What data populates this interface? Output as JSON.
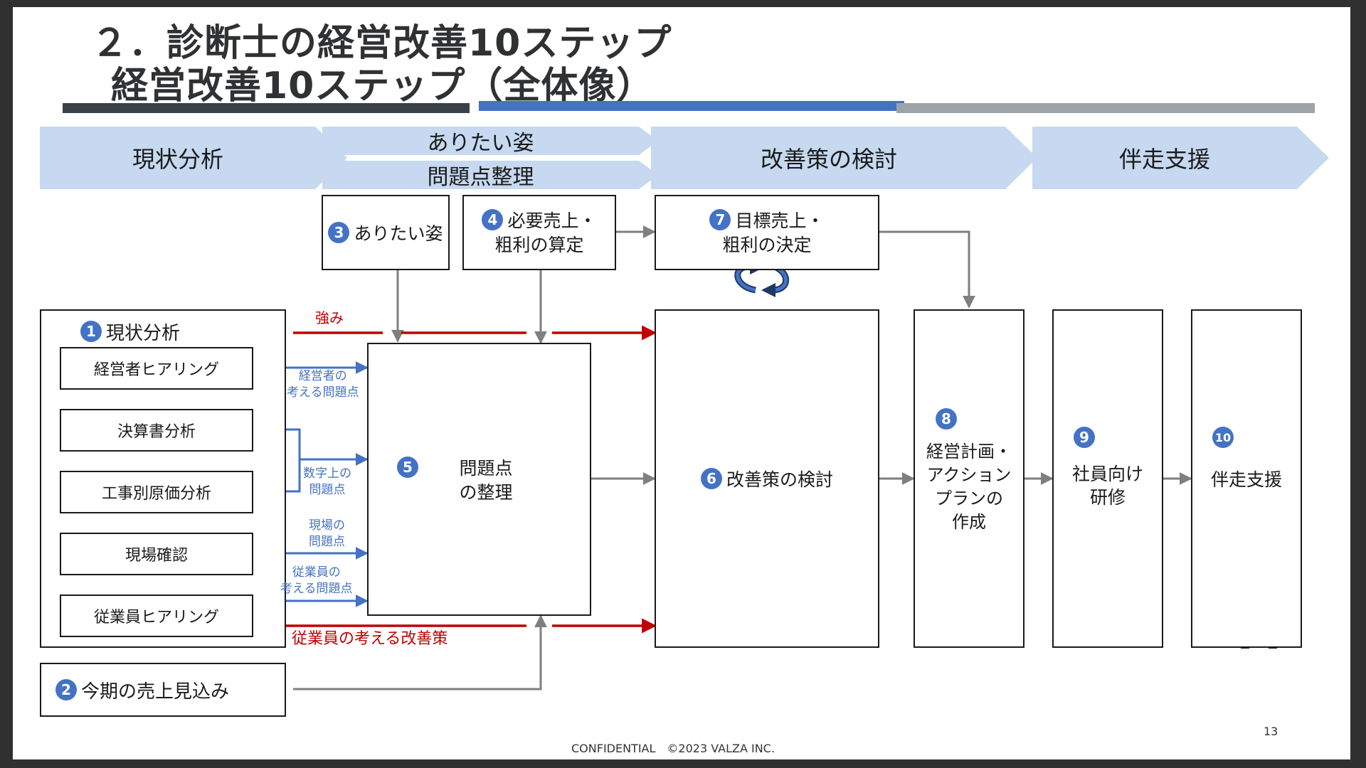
{
  "title": {
    "line1": "２．診断士の経営改善10ステップ",
    "line2": "経営改善10ステップ（全体像）"
  },
  "colors": {
    "dark": "#3b4148",
    "blue": "#4472c4",
    "gray": "#9ea3a8",
    "phase": "#c6d9f0",
    "red": "#c00000",
    "num": "#4472c4",
    "arrow": "#7f7f7f"
  },
  "phases": {
    "p1": "現状分析",
    "p2a": "ありたい姿",
    "p2b": "問題点整理",
    "p3": "改善策の検討",
    "p4": "伴走支援"
  },
  "boxes": {
    "s1": {
      "num": "1",
      "title": "現状分析"
    },
    "s1_items": [
      "経営者ヒアリング",
      "決算書分析",
      "工事別原価分析",
      "現場確認",
      "従業員ヒアリング"
    ],
    "s2": {
      "num": "2",
      "label": "今期の売上見込み"
    },
    "s3": {
      "num": "3",
      "label": "ありたい姿"
    },
    "s4": {
      "num": "4",
      "line1": "必要売上・",
      "line2": "粗利の算定"
    },
    "s5": {
      "num": "5",
      "line1": "問題点",
      "line2": "の整理"
    },
    "s6": {
      "num": "6",
      "label": "改善策の検討"
    },
    "s7": {
      "num": "7",
      "line1": "目標売上・",
      "line2": "粗利の決定"
    },
    "s8": {
      "num": "8",
      "lines": [
        "経営計画・",
        "アクション",
        "プランの",
        "作成"
      ]
    },
    "s9": {
      "num": "9",
      "line1": "社員向け",
      "line2": "研修"
    },
    "s10": {
      "num": "10",
      "label": "伴走支援"
    }
  },
  "annotations": {
    "strength": "強み",
    "employee_improvement": "従業員の考える改善策",
    "owner_problem": [
      "経営者の",
      "考える問題点"
    ],
    "numeric_problem": [
      "数字上の",
      "問題点"
    ],
    "site_problem": [
      "現場の",
      "問題点"
    ],
    "employee_problem": [
      "従業員の",
      "考える問題点"
    ]
  },
  "footer": {
    "confidential": "CONFIDENTIAL　©2023 VALZA INC.",
    "page": "13"
  }
}
